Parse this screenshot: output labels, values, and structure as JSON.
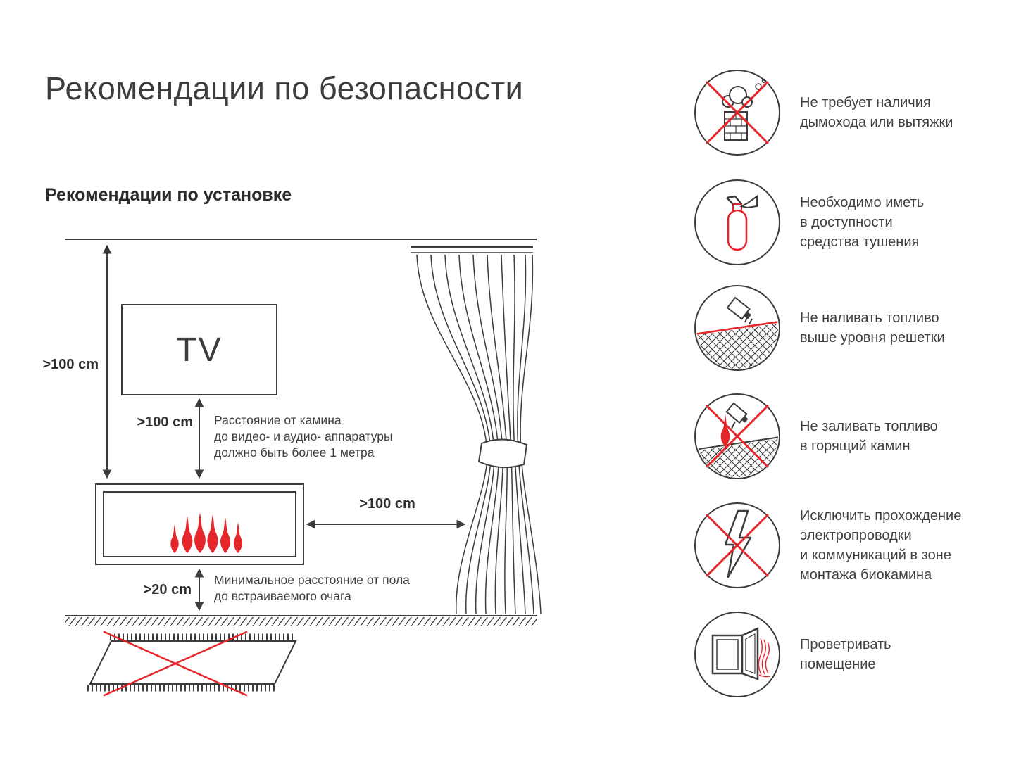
{
  "page": {
    "title": "Рекомендации по безопасности",
    "subtitle": "Рекомендации по установке"
  },
  "diagram": {
    "tv_label": "TV",
    "dims": {
      "ceiling_to_fireplace": ">100 cm",
      "tv_to_fireplace": ">100 cm",
      "fireplace_to_curtain": ">100 cm",
      "fireplace_to_floor": ">20 cm"
    },
    "notes": {
      "tv_distance": "Расстояние от камина\nдо видео- и аудио- аппаратуры\nдолжно быть более 1 метра",
      "floor_distance": "Минимальное расстояние от пола\nдо встраиваемого очага"
    }
  },
  "safety_items": [
    {
      "icon": "no-chimney-icon",
      "text": "Не требует наличия\nдымохода или вытяжки"
    },
    {
      "icon": "fire-extinguisher-icon",
      "text": "Необходимо иметь\nв доступности\nсредства тушения"
    },
    {
      "icon": "fuel-below-grate-icon",
      "text": "Не наливать топливо\nвыше уровня решетки"
    },
    {
      "icon": "no-refuel-burning-icon",
      "text": "Не заливать топливо\nв горящий камин"
    },
    {
      "icon": "no-wiring-icon",
      "text": "Исключить прохождение\nэлектропроводки\nи коммуникаций в зоне\nмонтажа биокамина"
    },
    {
      "icon": "ventilate-room-icon",
      "text": "Проветривать\nпомещение"
    }
  ],
  "colors": {
    "accent_red": "#e5262b",
    "line_dark": "#3c3c3c"
  }
}
